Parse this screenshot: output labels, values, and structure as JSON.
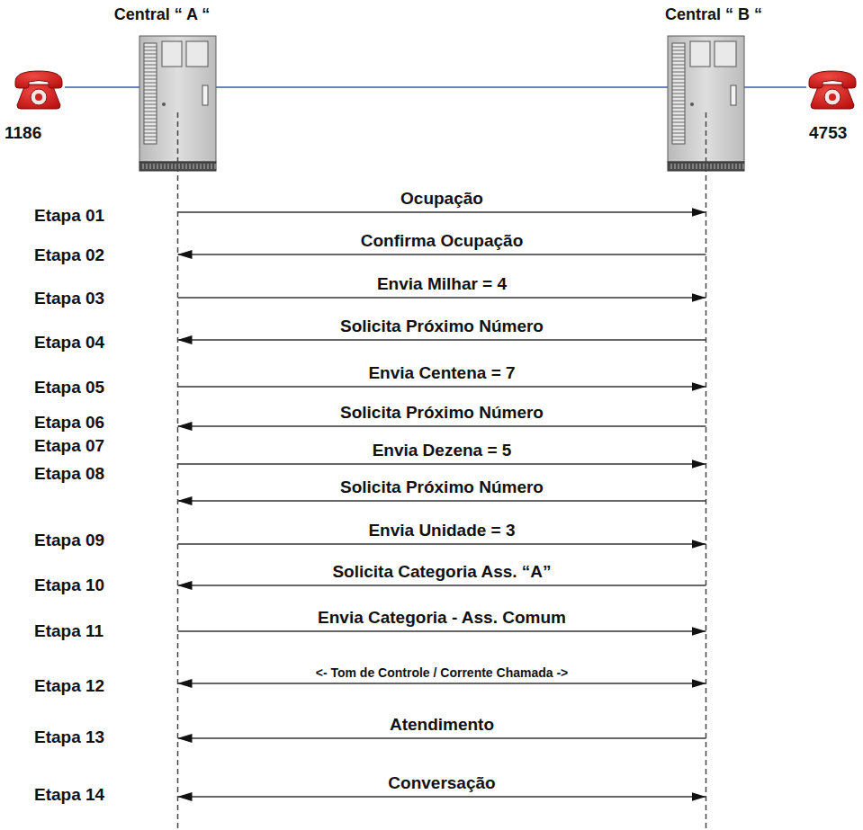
{
  "diagram": {
    "nodes": [
      {
        "text": [
          "1186"
        ]
      },
      {
        "text": [
          "Central “ A “"
        ]
      },
      {
        "text": [
          "Central “ B “"
        ]
      },
      {
        "text": [
          "4753"
        ]
      }
    ],
    "edges": [
      {
        "from": 0,
        "to": 1,
        "arrow": "none"
      },
      {
        "from": 1,
        "to": 2,
        "arrow": "none"
      },
      {
        "from": 2,
        "to": 3,
        "arrow": "none"
      },
      {
        "from": 1,
        "to": 2,
        "label": "Ocupação",
        "arrow": "to"
      },
      {
        "from": 2,
        "to": 1,
        "label": "Confirma Ocupação",
        "arrow": "to"
      },
      {
        "from": 1,
        "to": 2,
        "label": "Envia Milhar = 4",
        "arrow": "to"
      },
      {
        "from": 2,
        "to": 1,
        "label": "Solicita Próximo Número",
        "arrow": "to"
      },
      {
        "from": 1,
        "to": 2,
        "label": "Envia Centena = 7",
        "arrow": "to"
      },
      {
        "from": 2,
        "to": 1,
        "label": "Solicita Próximo Número",
        "arrow": "to"
      },
      {
        "from": 1,
        "to": 2,
        "label": "Envia Dezena = 5",
        "arrow": "to"
      },
      {
        "from": 2,
        "to": 1,
        "label": "Solicita Próximo Número",
        "arrow": "to"
      },
      {
        "from": 1,
        "to": 2,
        "label": "Envia Unidade = 3",
        "arrow": "to"
      },
      {
        "from": 2,
        "to": 1,
        "label": "Solicita Categoria Ass. “A”",
        "arrow": "to"
      },
      {
        "from": 1,
        "to": 2,
        "label": "Envia Categoria - Ass. Comum",
        "arrow": "to"
      },
      {
        "from": 1,
        "to": 2,
        "label": "<- Tom de Controle / Corrente Chamada ->",
        "arrow": "both"
      },
      {
        "from": 2,
        "to": 1,
        "label": "Atendimento",
        "arrow": "to"
      },
      {
        "from": 1,
        "to": 2,
        "label": "Conversação",
        "arrow": "both"
      }
    ],
    "labels": [
      "Etapa 01",
      "Etapa 02",
      "Etapa 03",
      "Etapa 04",
      "Etapa 05",
      "Etapa 06",
      "Etapa 07",
      "Etapa 08",
      "Etapa 09",
      "Etapa 10",
      "Etapa 11",
      "Etapa 12",
      "Etapa 13",
      "Etapa 14"
    ]
  }
}
